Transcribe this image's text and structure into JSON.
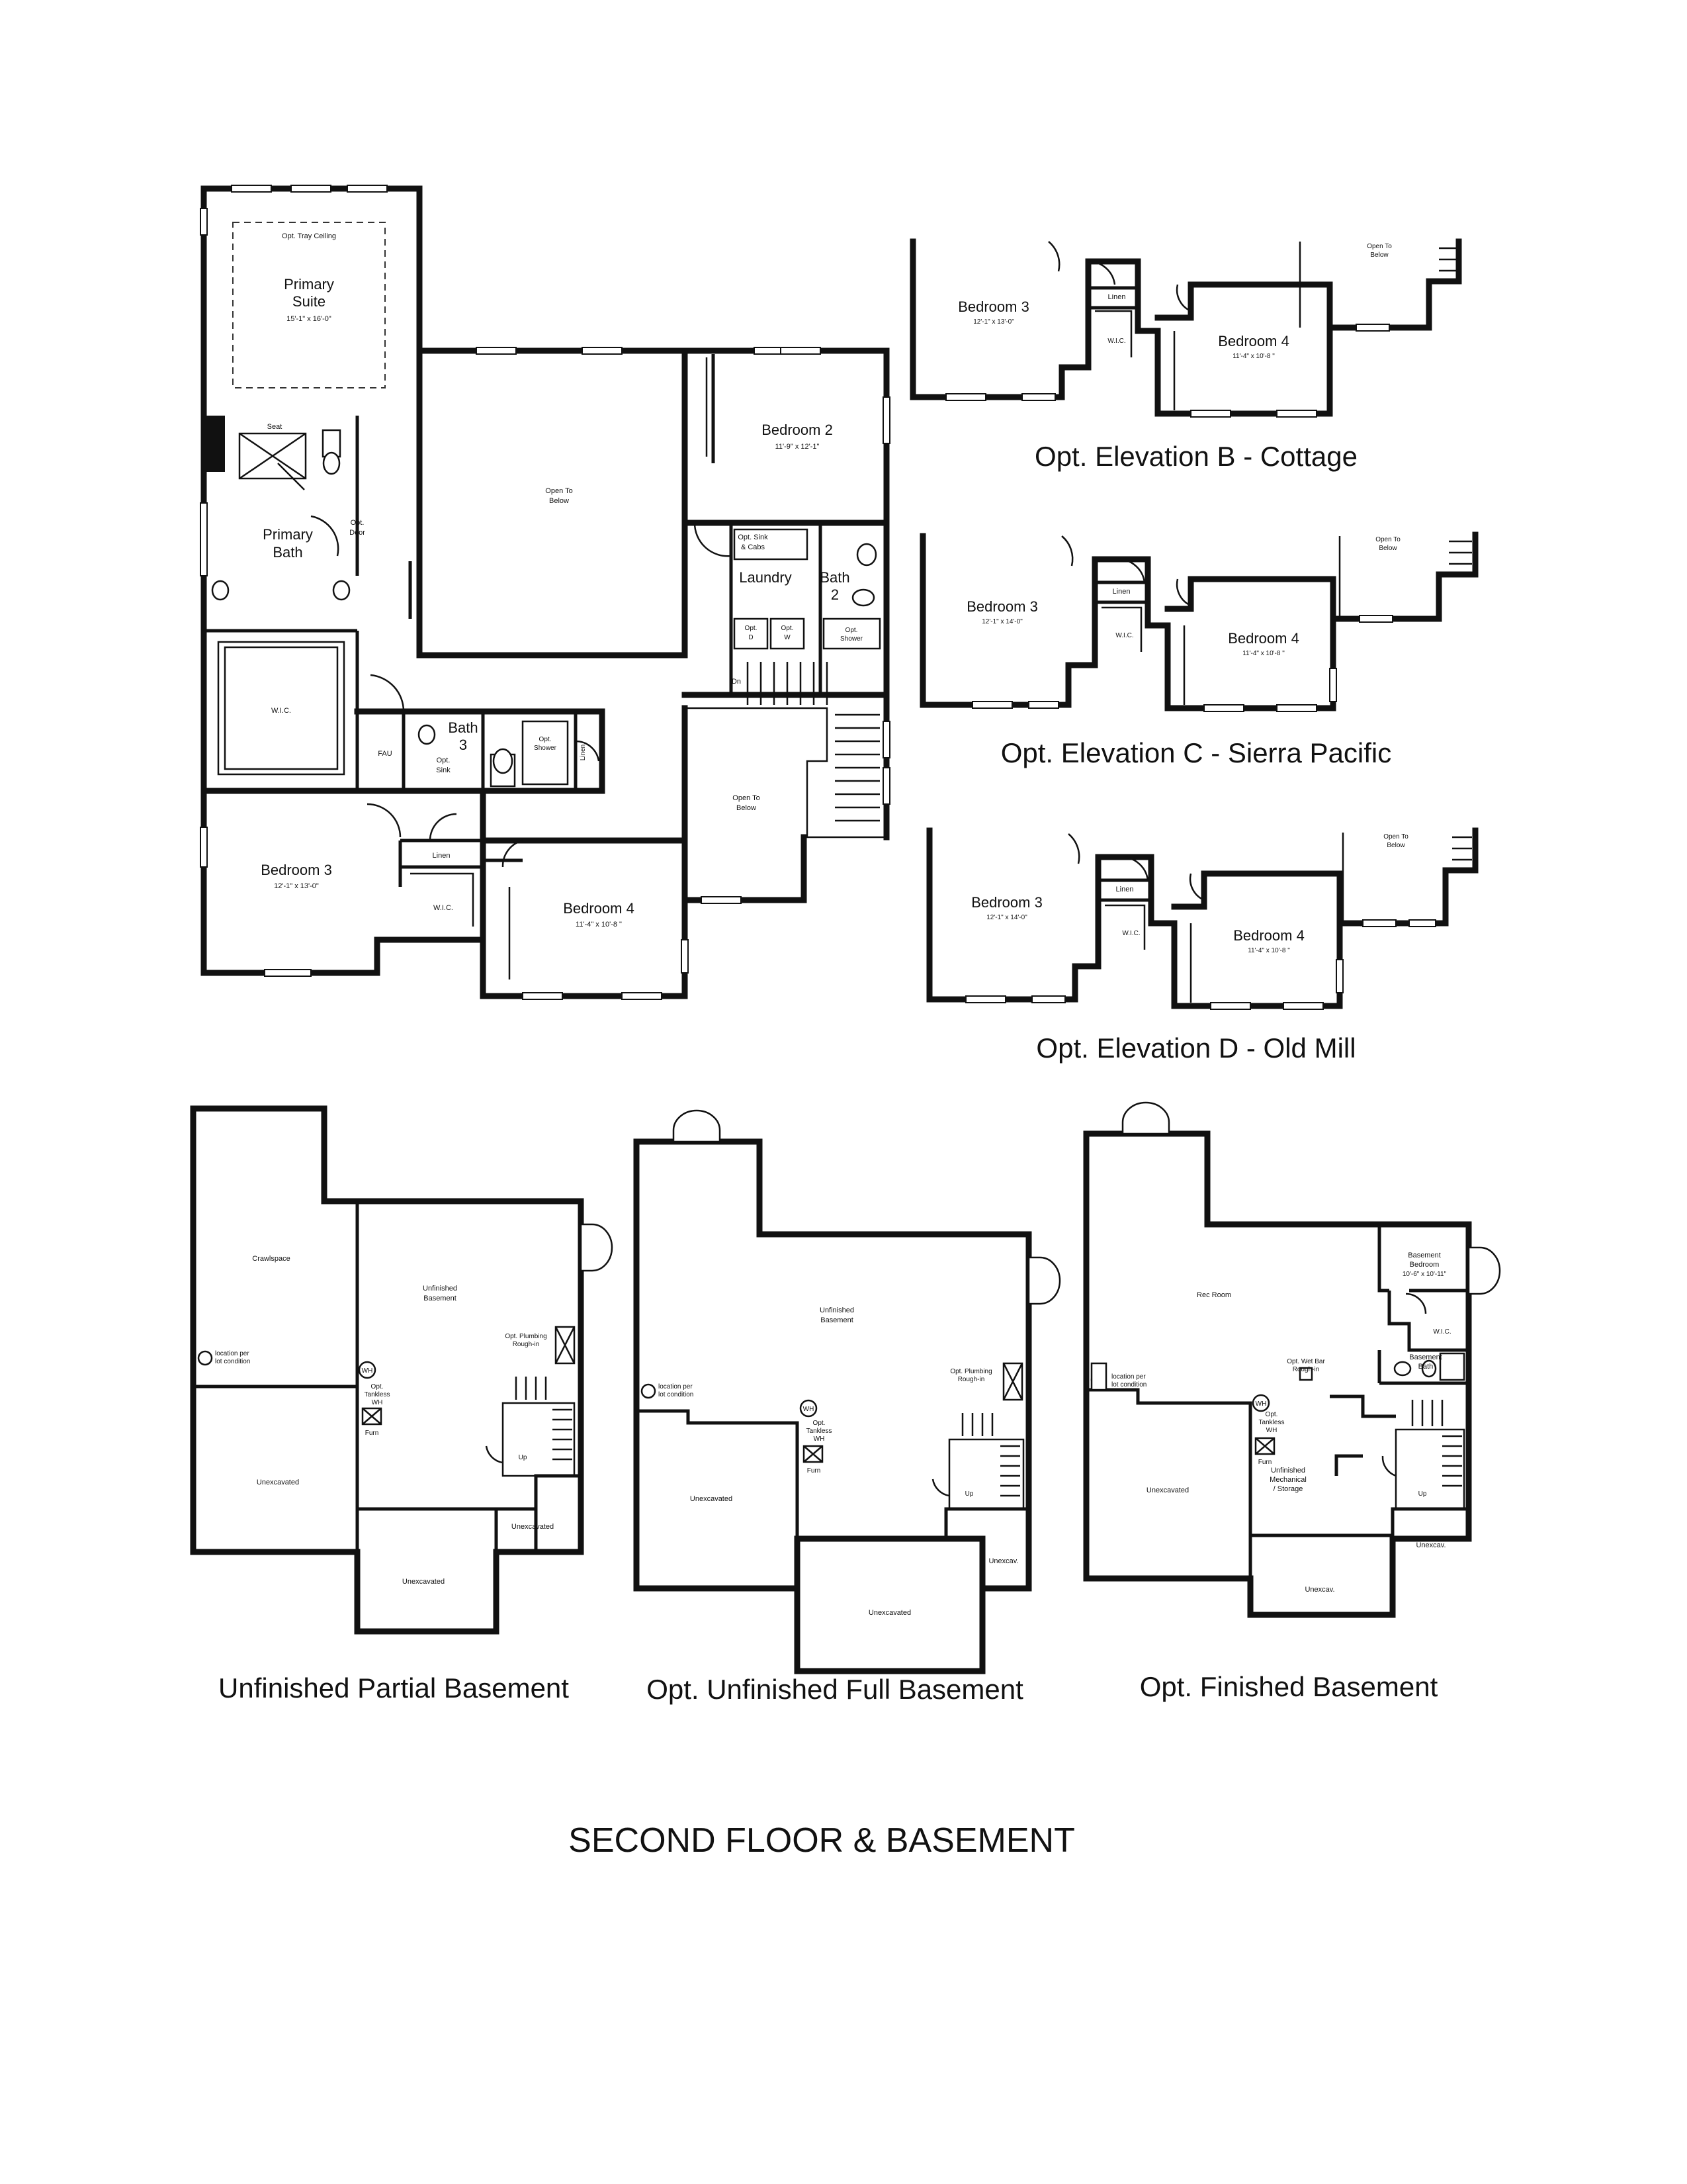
{
  "page_title": "SECOND FLOOR & BASEMENT",
  "captions": {
    "elev_b": "Opt. Elevation B - Cottage",
    "elev_c": "Opt. Elevation C - Sierra Pacific",
    "elev_d": "Opt. Elevation D - Old Mill",
    "partial": "Unfinished Partial Basement",
    "full": "Opt. Unfinished Full Basement",
    "finished": "Opt. Finished Basement"
  },
  "second_floor": {
    "tray": "Opt. Tray Ceiling",
    "primary_suite_1": "Primary",
    "primary_suite_2": "Suite",
    "primary_suite_dim": "15'-1\" x 16'-0\"",
    "seat": "Seat",
    "primary_bath_1": "Primary",
    "primary_bath_2": "Bath",
    "opt_door_1": "Opt.",
    "opt_door_2": "Door",
    "wic": "W.I.C.",
    "fau": "FAU",
    "bath3_1": "Bath",
    "bath3_2": "3",
    "opt_sink_1": "Opt.",
    "opt_sink_2": "Sink",
    "opt_shower_1": "Opt.",
    "opt_shower_2": "Shower",
    "linen": "Linen",
    "open_below_1": "Open To",
    "open_below_2": "Below",
    "bedroom2": "Bedroom 2",
    "bedroom2_dim": "11'-9\" x 12'-1\"",
    "sink_cabs_1": "Opt. Sink",
    "sink_cabs_2": "& Cabs",
    "laundry": "Laundry",
    "opt_d_1": "Opt.",
    "opt_d_2": "D",
    "opt_w_1": "Opt.",
    "opt_w_2": "W",
    "bath2_1": "Bath",
    "bath2_2": "2",
    "dn": "Dn",
    "bedroom3": "Bedroom 3",
    "bedroom3_dim": "12'-1\" x 13'-0\"",
    "bedroom4": "Bedroom 4",
    "bedroom4_dim": "11'-4\" x 10'-8 \""
  },
  "elevations": {
    "bedroom3": "Bedroom 3",
    "bedroom3_dim_b": "12'-1\" x 13'-0\"",
    "bedroom3_dim_cd": "12'-1\" x 14'-0\"",
    "bedroom4": "Bedroom 4",
    "bedroom4_dim": "11'-4\" x 10'-8 \"",
    "linen": "Linen",
    "wic": "W.I.C.",
    "open_1": "Open To",
    "open_2": "Below"
  },
  "basement": {
    "crawlspace": "Crawlspace",
    "unfinished_1": "Unfinished",
    "unfinished_2": "Basement",
    "unexcavated": "Unexcavated",
    "unexcav": "Unexcav.",
    "location_1": "location per",
    "location_2": "lot condition",
    "plumb_1": "Opt. Plumbing",
    "plumb_2": "Rough-in",
    "wh": "WH",
    "tankless_1": "Opt.",
    "tankless_2": "Tankless",
    "tankless_3": "WH",
    "furn": "Furn",
    "up": "Up",
    "rec_room": "Rec Room",
    "bb_1": "Basement",
    "bb_2": "Bedroom",
    "bb_dim": "10'-6\" x 10'-11\"",
    "bbath_1": "Basement",
    "bbath_2": "Bath",
    "wet_bar_1": "Opt. Wet Bar",
    "wet_bar_2": "Rough-in",
    "mech_1": "Unfinished",
    "mech_2": "Mechanical",
    "mech_3": "/ Storage",
    "wic": "W.I.C."
  }
}
